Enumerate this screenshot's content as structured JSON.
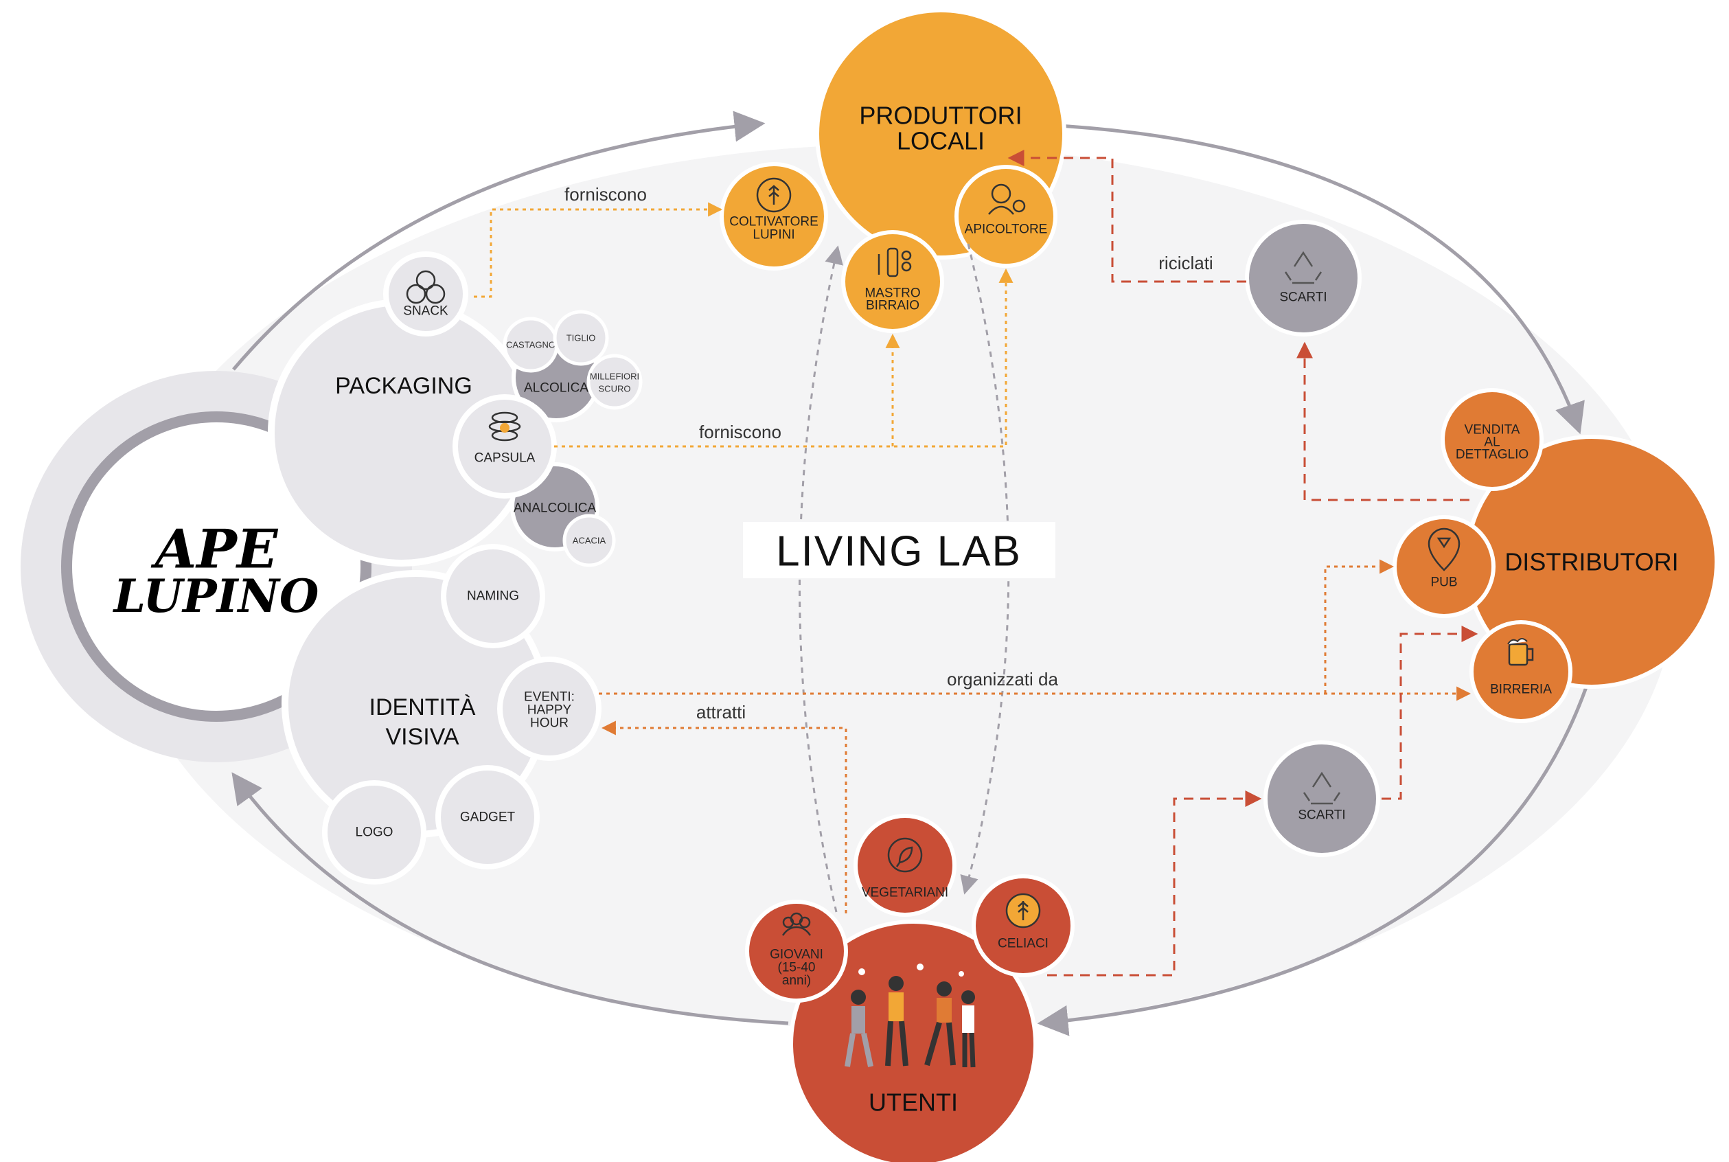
{
  "brand": {
    "logo_line1": "APE",
    "logo_line2": "LUPINO"
  },
  "center_label": "LIVING LAB",
  "colors": {
    "produttori": "#f2a736",
    "distributori": "#e07b34",
    "utenti": "#c94e36",
    "gray_dark": "#a29fa8",
    "gray_light": "#e7e6ea",
    "background_ellipse": "#f4f4f5"
  },
  "nodes": {
    "produttori": {
      "line1": "PRODUTTORI",
      "line2": "LOCALI"
    },
    "coltivatore": {
      "line1": "COLTIVATORE",
      "line2": "LUPINI",
      "icon": "wheat-icon"
    },
    "mastro": {
      "line1": "MASTRO",
      "line2": "BIRRAIO",
      "icon": "beer-bottle-icon"
    },
    "apicoltore": {
      "label": "APICOLTORE",
      "icon": "beekeeper-icon"
    },
    "distributori": {
      "label": "DISTRIBUTORI"
    },
    "vendita": {
      "line1": "VENDITA",
      "line2": "AL",
      "line3": "DETTAGLIO"
    },
    "pub": {
      "label": "PUB",
      "icon": "pub-pin-icon"
    },
    "birreria": {
      "label": "BIRRERIA",
      "icon": "beer-mug-icon"
    },
    "scarti_top": {
      "label": "SCARTI",
      "icon": "recycle-icon"
    },
    "scarti_bottom": {
      "label": "SCARTI",
      "icon": "recycle-icon"
    },
    "utenti": {
      "label": "UTENTI",
      "icon": "people-illustration"
    },
    "vegetariani": {
      "label": "VEGETARIANI",
      "icon": "leaf-icon"
    },
    "celiaci": {
      "label": "CELIACI",
      "icon": "gluten-free-icon"
    },
    "giovani": {
      "line1": "GIOVANI",
      "line2": "(15-40",
      "line3": "anni)",
      "icon": "group-icon"
    },
    "packaging": {
      "label": "PACKAGING"
    },
    "snack": {
      "label": "SNACK",
      "icon": "snack-icon"
    },
    "capsula": {
      "label": "CAPSULA",
      "icon": "honey-capsule-icon"
    },
    "alcolica": {
      "label": "ALCOLICA"
    },
    "analcolica": {
      "label": "ANALCOLICA"
    },
    "castagno": {
      "label": "CASTAGNO"
    },
    "tiglio": {
      "label": "TIGLIO"
    },
    "millefiori": {
      "line1": "MILLEFIORI",
      "line2": "SCURO"
    },
    "acacia": {
      "label": "ACACIA"
    },
    "identita": {
      "line1": "IDENTITÀ",
      "line2": "VISIVA"
    },
    "naming": {
      "label": "NAMING"
    },
    "eventi": {
      "line1": "EVENTI:",
      "line2": "HAPPY",
      "line3": "HOUR"
    },
    "logo": {
      "label": "LOGO"
    },
    "gadget": {
      "label": "GADGET"
    }
  },
  "edges": {
    "forniscono_top": "forniscono",
    "forniscono_mid": "forniscono",
    "riciclati": "riciclati",
    "organizzati": "organizzati da",
    "attratti": "attratti"
  }
}
